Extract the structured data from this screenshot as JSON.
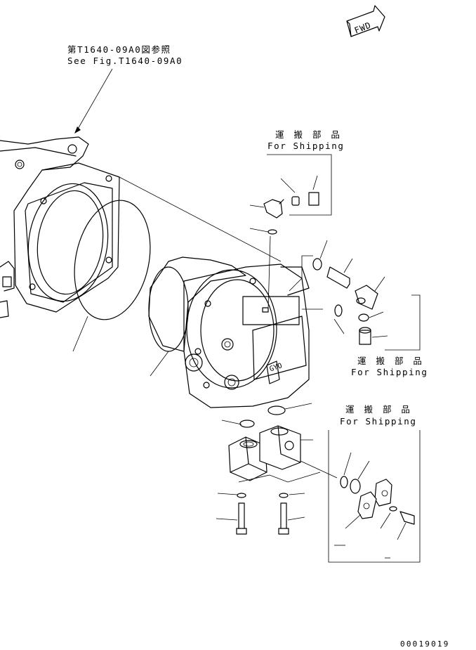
{
  "reference": {
    "jp": "第T1640-09A0図参照",
    "en": "See Fig.T1640-09A0"
  },
  "fwd_label": "FWD",
  "shipping_groups": [
    {
      "jp": "運 搬 部 品",
      "en": "For Shipping"
    },
    {
      "jp": "運 搬 部 品",
      "en": "For Shipping"
    },
    {
      "jp": "運 搬 部 品",
      "en": "For Shipping"
    }
  ],
  "part_tag": "GYO",
  "drawing_number": "00019019"
}
